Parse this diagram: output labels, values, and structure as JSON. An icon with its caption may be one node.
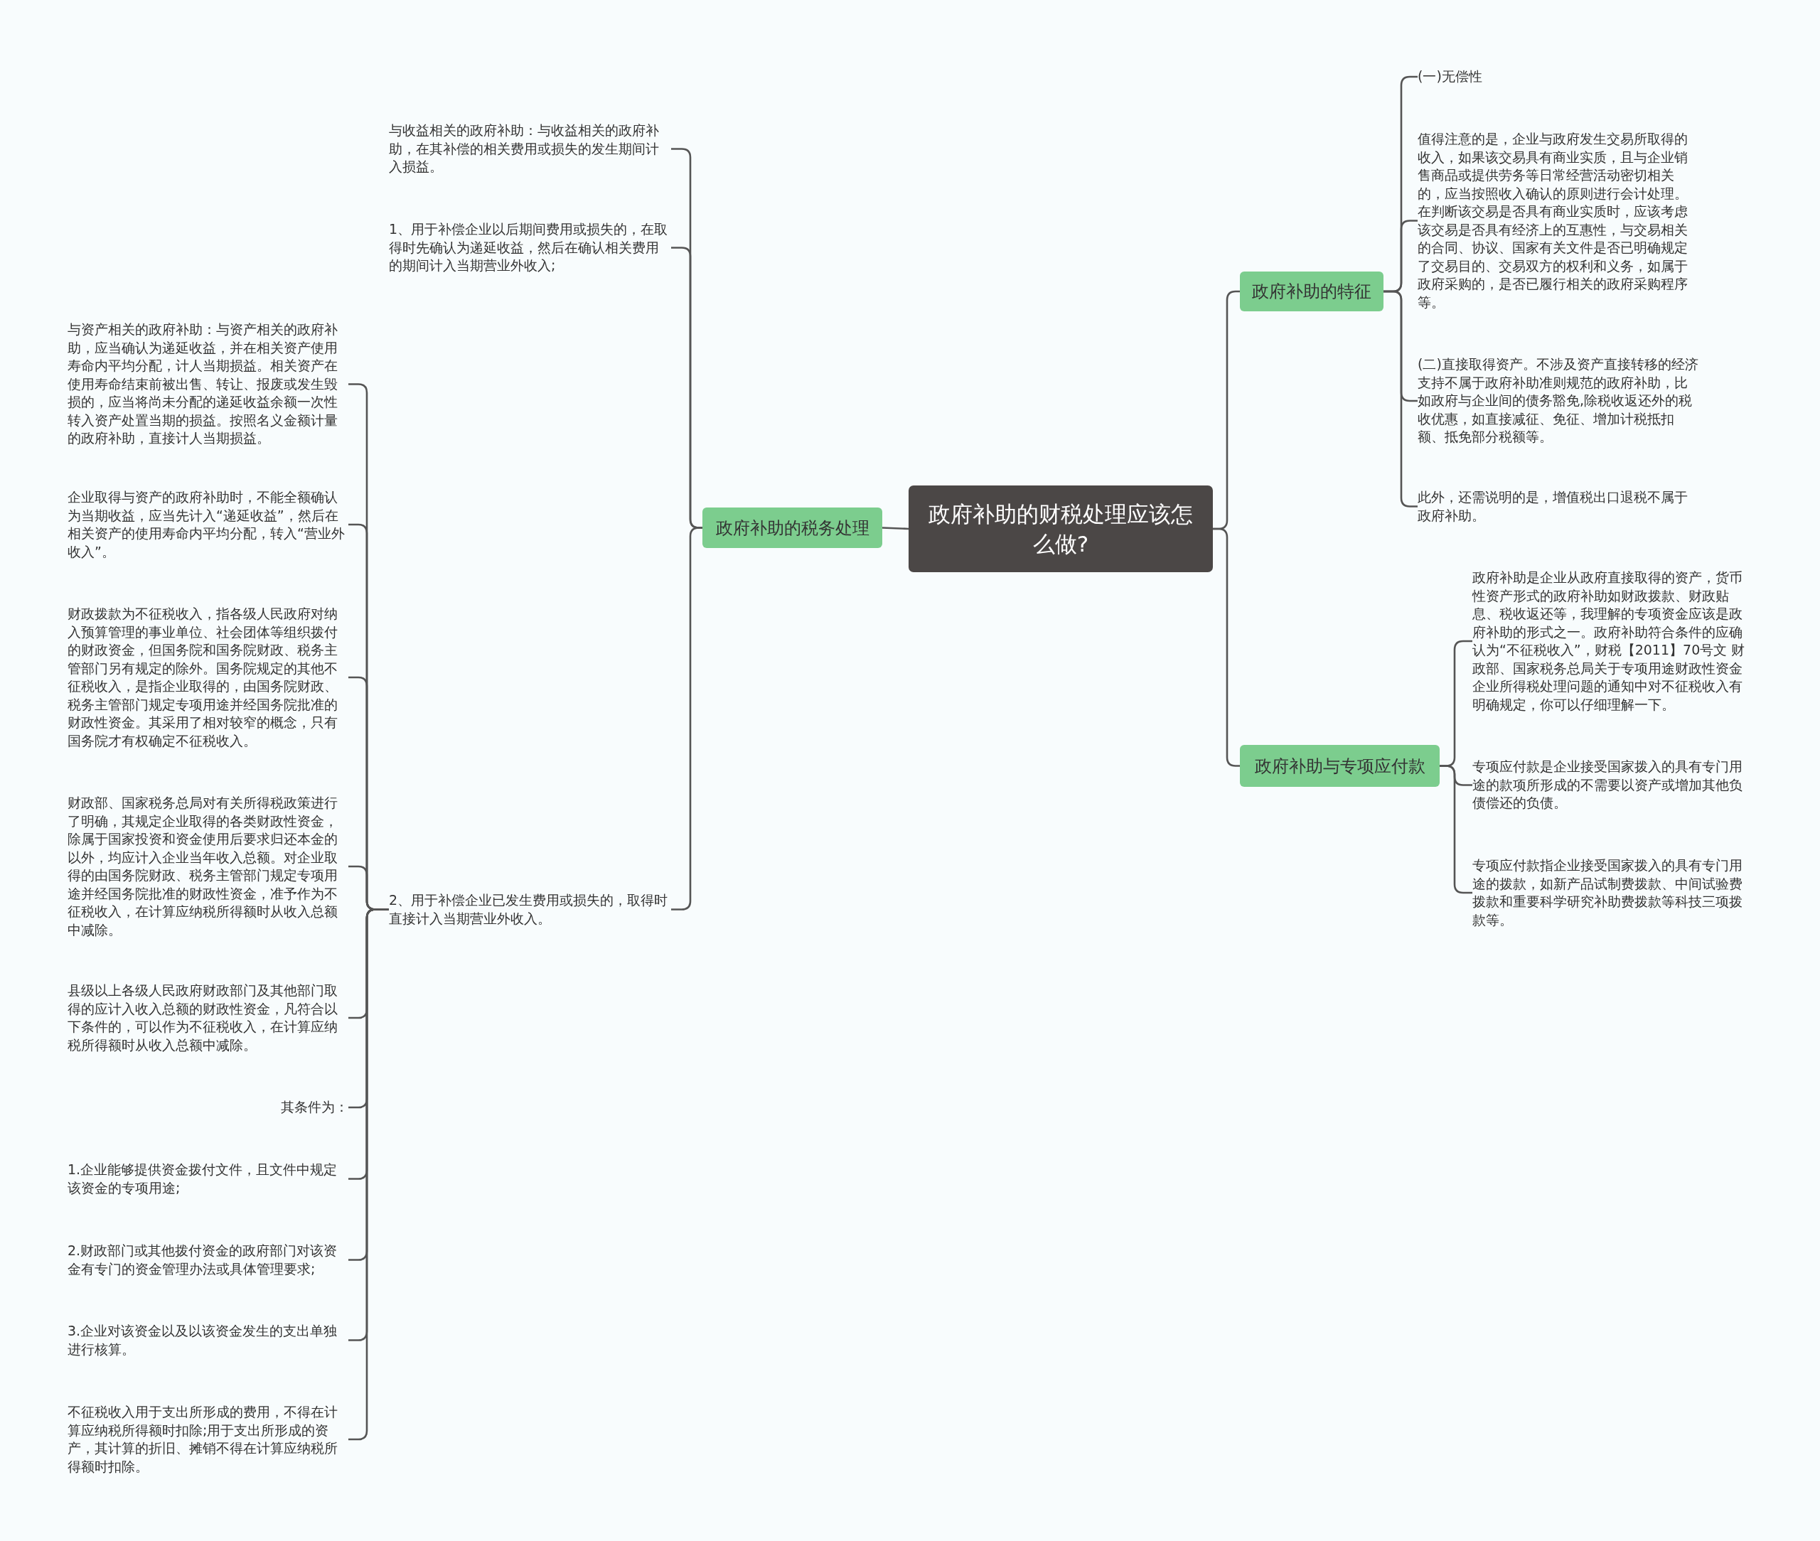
{
  "diagram": {
    "nodes": [
      {
        "text": [
          "政府补助的财税处理应该怎么做?"
        ]
      },
      {
        "text": [
          "政府补助的税务处理"
        ]
      },
      {
        "text": [
          "与收益相关的政府补助：与收益相关的政府补助，在其补偿的相关费用或损失的发生期间计入损益。"
        ]
      },
      {
        "text": [
          "1、用于补偿企业以后期间费用或损失的，在取得时先确认为递延收益，然后在确认相关费用的期间计入当期营业外收入;"
        ]
      },
      {
        "text": [
          "2、用于补偿企业已发生费用或损失的，取得时直接计入当期营业外收入。"
        ]
      },
      {
        "text": [
          "与资产相关的政府补助：与资产相关的政府补助，应当确认为递延收益，并在相关资产使用寿命内平均分配，计人当期损益。相关资产在使用寿命结束前被出售、转让、报废或发生毁损的，应当将尚未分配的递延收益余额一次性转入资产处置当期的损益。按照名义金额计量的政府补助，直接计人当期损益。"
        ]
      },
      {
        "text": [
          "企业取得与资产的政府补助时，不能全额确认为当期收益，应当先计入“递延收益”，然后在相关资产的使用寿命内平均分配，转入“营业外收入”。"
        ]
      },
      {
        "text": [
          "财政拨款为不征税收入，指各级人民政府对纳入预算管理的事业单位、社会团体等组织拨付的财政资金，但国务院和国务院财政、税务主管部门另有规定的除外。国务院规定的其他不征税收入，是指企业取得的，由国务院财政、税务主管部门规定专项用途并经国务院批准的财政性资金。其采用了相对较窄的概念，只有国务院才有权确定不征税收入。"
        ]
      },
      {
        "text": [
          "财政部、国家税务总局对有关所得税政策进行了明确，其规定企业取得的各类财政性资金，除属于国家投资和资金使用后要求归还本金的以外，均应计入企业当年收入总额。对企业取得的由国务院财政、税务主管部门规定专项用途并经国务院批准的财政性资金，准予作为不征税收入，在计算应纳税所得额时从收入总额中减除。"
        ]
      },
      {
        "text": [
          "县级以上各级人民政府财政部门及其他部门取得的应计入收入总额的财政性资金，凡符合以下条件的，可以作为不征税收入，在计算应纳税所得额时从收入总额中减除。"
        ]
      },
      {
        "text": [
          "其条件为："
        ]
      },
      {
        "text": [
          "1.企业能够提供资金拨付文件，且文件中规定该资金的专项用途;"
        ]
      },
      {
        "text": [
          "2.财政部门或其他拨付资金的政府部门对该资金有专门的资金管理办法或具体管理要求;"
        ]
      },
      {
        "text": [
          "3.企业对该资金以及以该资金发生的支出单独进行核算。"
        ]
      },
      {
        "text": [
          "不征税收入用于支出所形成的费用，不得在计算应纳税所得额时扣除;用于支出所形成的资产，其计算的折旧、摊销不得在计算应纳税所得额时扣除。"
        ]
      },
      {
        "text": [
          "政府补助的特征"
        ]
      },
      {
        "text": [
          "(一)无偿性"
        ]
      },
      {
        "text": [
          "值得注意的是，企业与政府发生交易所取得的收入，如果该交易具有商业实质，且与企业销售商品或提供劳务等日常经营活动密切相关的，应当按照收入确认的原则进行会计处理。在判断该交易是否具有商业实质时，应该考虑该交易是否具有经济上的互惠性，与交易相关的合同、协议、国家有关文件是否已明确规定了交易目的、交易双方的权利和义务，如属于政府采购的，是否已履行相关的政府采购程序等。"
        ]
      },
      {
        "text": [
          "(二)直接取得资产。不涉及资产直接转移的经济支持不属于政府补助准则规范的政府补助，比如政府与企业间的债务豁免,除税收返还外的税收优惠，如直接减征、免征、增加计税抵扣额、抵免部分税额等。"
        ]
      },
      {
        "text": [
          "此外，还需说明的是，增值税出口退税不属于政府补助。"
        ]
      },
      {
        "text": [
          "政府补助与专项应付款"
        ]
      },
      {
        "text": [
          "政府补助是企业从政府直接取得的资产，货币性资产形式的政府补助如财政拨款、财政贴息、税收返还等，我理解的专项资金应该是政府补助的形式之一。政府补助符合条件的应确认为“不征税收入”，财税【2011】70号文 财政部、国家税务总局关于专项用途财政性资金企业所得税处理问题的通知中对不征税收入有明确规定，你可以仔细理解一下。"
        ]
      },
      {
        "text": [
          "专项应付款是企业接受国家拨入的具有专门用途的款项所形成的不需要以资产或增加其他负债偿还的负债。"
        ]
      },
      {
        "text": [
          "专项应付款指企业接受国家拨入的具有专门用途的拨款，如新产品试制费拨款、中间试验费拨款和重要科学研究补助费拨款等科技三项拨款等。"
        ]
      }
    ],
    "edges": [
      {
        "from": 0,
        "to": 1,
        "arrow": "none"
      },
      {
        "from": 1,
        "to": 2,
        "arrow": "none"
      },
      {
        "from": 1,
        "to": 3,
        "arrow": "none"
      },
      {
        "from": 1,
        "to": 4,
        "arrow": "none"
      },
      {
        "from": 4,
        "to": 5,
        "arrow": "none"
      },
      {
        "from": 4,
        "to": 6,
        "arrow": "none"
      },
      {
        "from": 4,
        "to": 7,
        "arrow": "none"
      },
      {
        "from": 4,
        "to": 8,
        "arrow": "none"
      },
      {
        "from": 4,
        "to": 9,
        "arrow": "none"
      },
      {
        "from": 4,
        "to": 10,
        "arrow": "none"
      },
      {
        "from": 4,
        "to": 11,
        "arrow": "none"
      },
      {
        "from": 4,
        "to": 12,
        "arrow": "none"
      },
      {
        "from": 4,
        "to": 13,
        "arrow": "none"
      },
      {
        "from": 4,
        "to": 14,
        "arrow": "none"
      },
      {
        "from": 0,
        "to": 15,
        "arrow": "none"
      },
      {
        "from": 15,
        "to": 16,
        "arrow": "none"
      },
      {
        "from": 15,
        "to": 17,
        "arrow": "none"
      },
      {
        "from": 15,
        "to": 18,
        "arrow": "none"
      },
      {
        "from": 15,
        "to": 19,
        "arrow": "none"
      },
      {
        "from": 0,
        "to": 20,
        "arrow": "none"
      },
      {
        "from": 20,
        "to": 21,
        "arrow": "none"
      },
      {
        "from": 20,
        "to": 22,
        "arrow": "none"
      },
      {
        "from": 20,
        "to": 23,
        "arrow": "none"
      }
    ]
  }
}
